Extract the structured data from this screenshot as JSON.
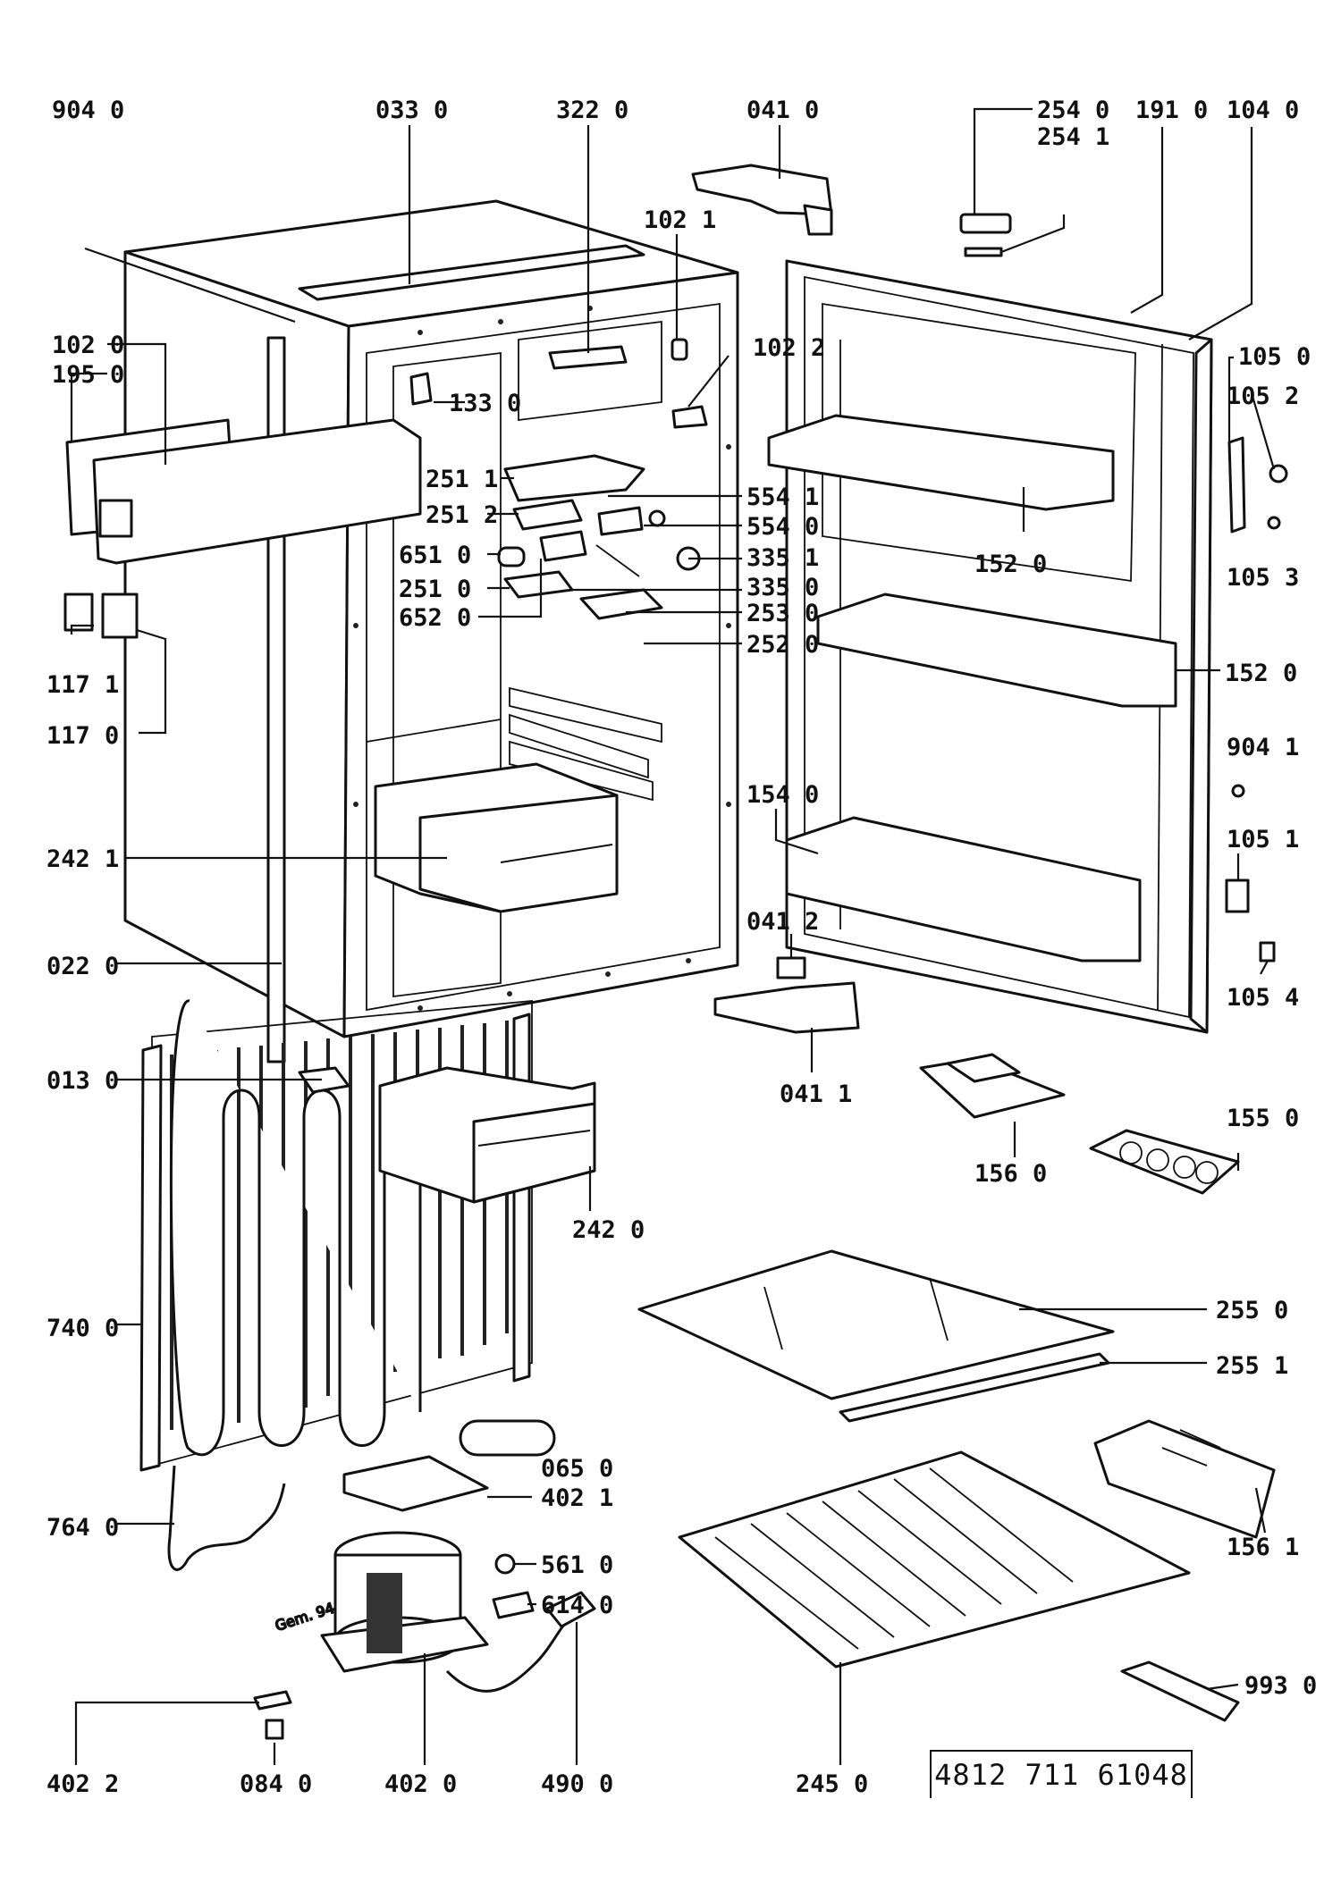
{
  "document_code": "4812  711  61048",
  "stamp_text": "Gem. 94",
  "labels": {
    "l9040": "904  0",
    "l0330": "033 0",
    "l3220": "322  0",
    "l0410": "041  0",
    "l2540": "254  0",
    "l2541": "254  1",
    "l1910": "191  0",
    "l1040": "104  0",
    "l1021": "102  1",
    "l1022": "102  2",
    "l1020": "102  0",
    "l1950": "195  0",
    "l1330": "133  0",
    "l1050": "105  0",
    "l1052": "105  2",
    "l1053": "105  3",
    "l2511": "251  1",
    "l2512": "251  2",
    "l5541": "554  1",
    "l5540": "554  0",
    "l6510": "651  0",
    "l3351": "335  1",
    "l2510": "251  0",
    "l3350": "335  0",
    "l6520": "652  0",
    "l2530": "253  0",
    "l2520": "252  0",
    "l1520a": "152  0",
    "l1520b": "152  0",
    "l1171": "117  1",
    "l1170": "117  0",
    "l9041": "904  1",
    "l1540": "154  0",
    "l1051": "105  1",
    "l2421": "242  1",
    "l0412": "041  2",
    "l1054": "105  4",
    "l0220": "022  0",
    "l0411": "041  1",
    "l0130": "013  0",
    "l1560": "156  0",
    "l1550": "155  0",
    "l2420": "242  0",
    "l7400": "740  0",
    "l2550": "255  0",
    "l2551": "255  1",
    "l0650": "065  0",
    "l4021": "402  1",
    "l7640": "764  0",
    "l5610": "561  0",
    "l1561": "156  1",
    "l6140": "614  0",
    "l9930": "993  0",
    "l4022": "402  2",
    "l0840": "084  0",
    "l4020": "402  0",
    "l4900": "490  0",
    "l2450": "245  0"
  }
}
